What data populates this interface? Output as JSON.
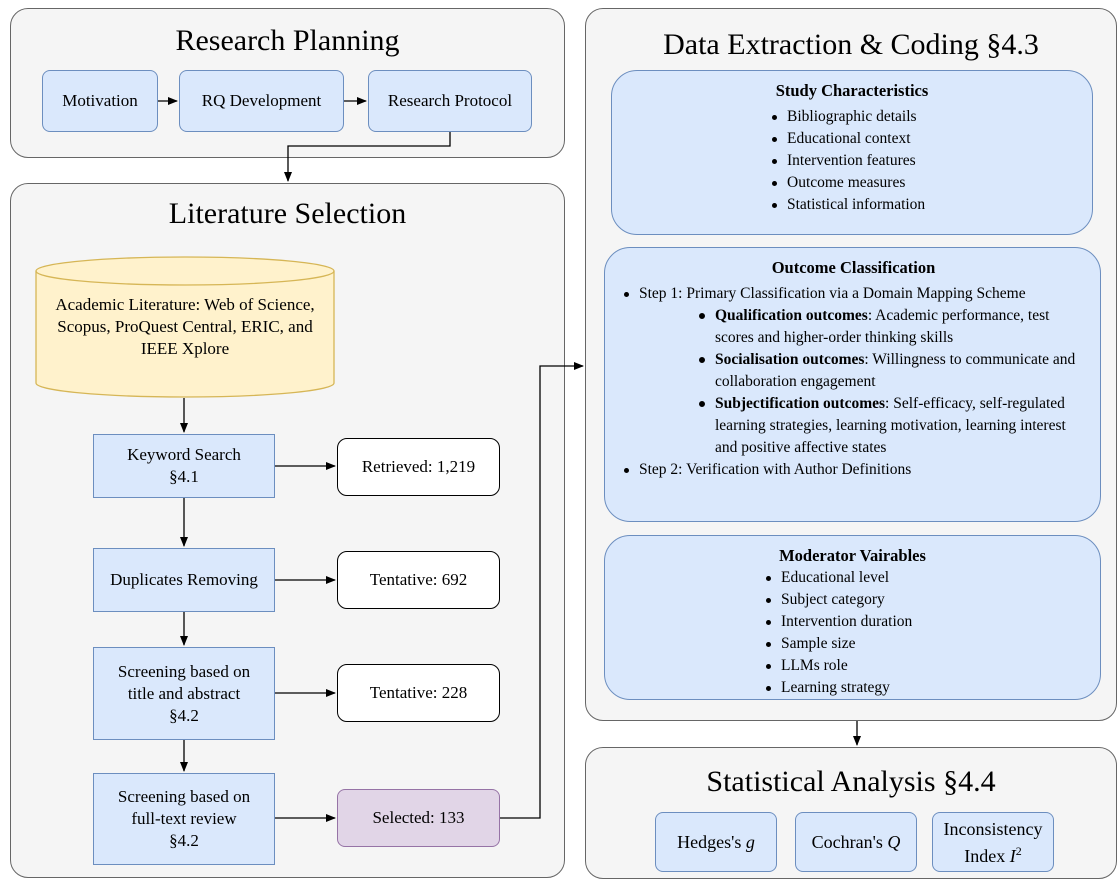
{
  "research_planning": {
    "title": "Research Planning",
    "steps": [
      "Motivation",
      "RQ Development",
      "Research Protocol"
    ]
  },
  "literature_selection": {
    "title": "Literature Selection",
    "database": "Academic Literature: Web of Science, Scopus, ProQuest Central, ERIC, and IEEE Xplore",
    "keyword_search": [
      "Keyword Search",
      "§4.1"
    ],
    "duplicates_removing": "Duplicates Removing",
    "screening_title": [
      "Screening based on",
      "title and abstract",
      "§4.2"
    ],
    "screening_fulltext": [
      "Screening based on",
      "full-text review",
      "§4.2"
    ],
    "retrieved": "Retrieved: 1,219",
    "tentative_1": "Tentative: 692",
    "tentative_2": "Tentative: 228",
    "selected": "Selected: 133"
  },
  "data_extraction": {
    "title": "Data Extraction & Coding §4.3",
    "study_characteristics": {
      "title": "Study Characteristics",
      "items": [
        "Bibliographic details",
        "Educational context",
        "Intervention features",
        "Outcome measures",
        "Statistical information"
      ]
    },
    "outcome_classification": {
      "title": "Outcome Classification",
      "step1": "Step 1: Primary Classification via a Domain Mapping Scheme",
      "sub": [
        {
          "term": "Qualification outcomes",
          "desc": ": Academic performance, test scores and higher-order thinking skills"
        },
        {
          "term": "Socialisation outcomes",
          "desc": ": Willingness to communicate and collaboration engagement"
        },
        {
          "term": "Subjectification outcomes",
          "desc": ": Self-efficacy, self-regulated learning strategies, learning motivation, learning interest and positive affective states"
        }
      ],
      "step2": "Step 2: Verification with Author Definitions"
    },
    "moderator_variables": {
      "title": "Moderator Vairables",
      "items": [
        "Educational level",
        "Subject category",
        "Intervention duration",
        "Sample size",
        "LLMs role",
        "Learning strategy"
      ]
    }
  },
  "statistical_analysis": {
    "title": "Statistical Analysis §4.4",
    "hedges_prefix": "Hedges's ",
    "hedges_symbol": "g",
    "cochran_prefix": "Cochran's ",
    "cochran_symbol": "Q",
    "inconsistency_line1": "Inconsistency",
    "inconsistency_prefix": "Index ",
    "inconsistency_symbol": "I",
    "inconsistency_sup": "2"
  }
}
